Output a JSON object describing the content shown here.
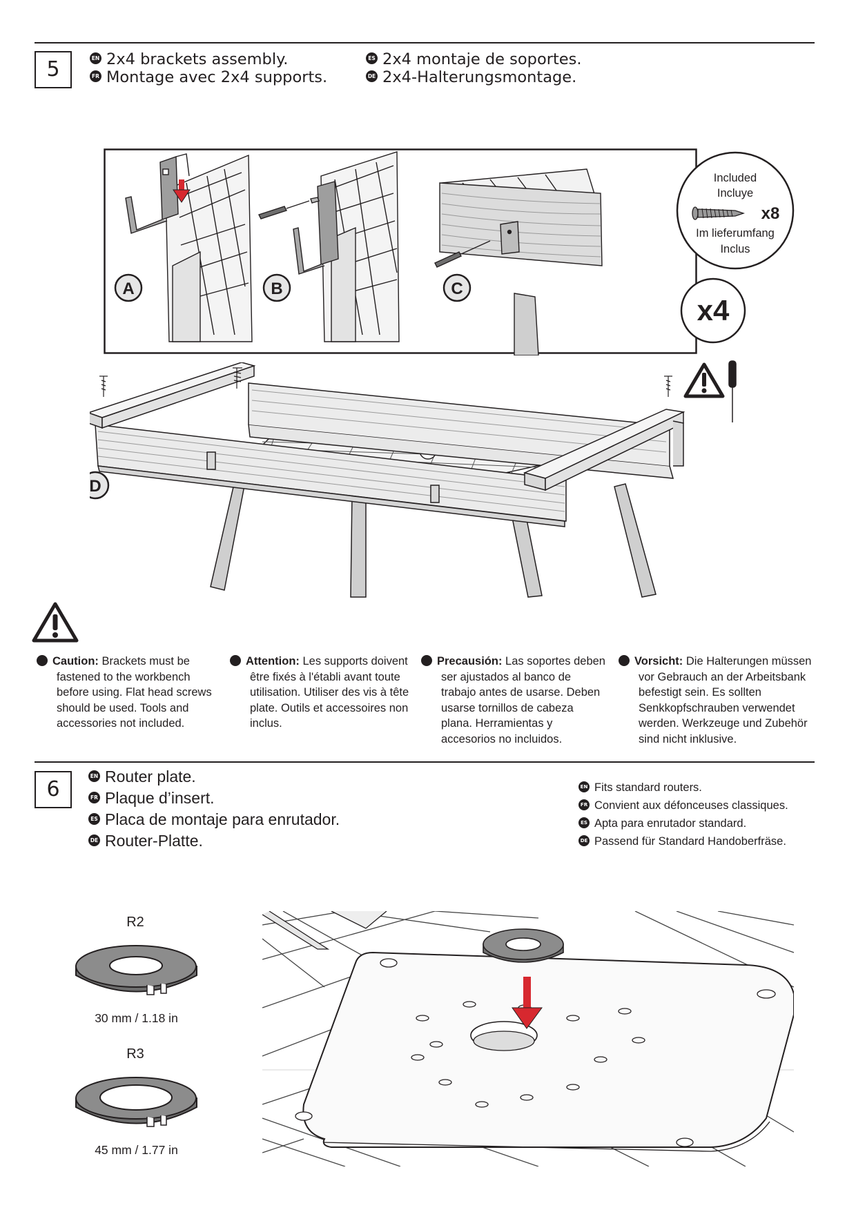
{
  "step5": {
    "number": "5",
    "title": {
      "en": {
        "badge": "EN",
        "text": "2x4 brackets assembly."
      },
      "fr": {
        "badge": "FR",
        "text": "Montage avec 2x4 supports."
      },
      "es": {
        "badge": "ES",
        "text": "2x4 montaje de soportes."
      },
      "de": {
        "badge": "DE",
        "text": "2x4-Halterungsmontage."
      }
    },
    "panel_labels": [
      "A",
      "B",
      "C",
      "D"
    ],
    "included": {
      "line1": "Included",
      "line2": "Incluye",
      "count": "x8",
      "line3": "Im lieferumfang",
      "line4": "Inclus"
    },
    "multiplier": "x4",
    "caution": {
      "en": {
        "badge": "EN",
        "label": "Caution:",
        "text": " Brackets must be fastened to the workbench before using. Flat head screws should be used. Tools and accessories not included."
      },
      "fr": {
        "badge": "FR",
        "label": "Attention:",
        "text": " Les supports doivent être fixés à l'établi avant toute utilisation. Utiliser des vis à tête plate. Outils et accessoires non inclus."
      },
      "es": {
        "badge": "ES",
        "label": "Precausión:",
        "text": " Las soportes deben ser ajustados al banco de trabajo antes de usarse. Deben usarse tornillos de cabeza plana. Herramientas y accesorios no incluidos."
      },
      "de": {
        "badge": "DE",
        "label": "Vorsicht:",
        "text": " Die Halterungen müssen vor Gebrauch an der Arbeitsbank befestigt sein.  Es sollten Senkkopfschrauben verwendet werden. Werkzeuge und Zubehör sind nicht inklusive."
      }
    }
  },
  "step6": {
    "number": "6",
    "title": {
      "en": {
        "badge": "EN",
        "text": "Router plate."
      },
      "fr": {
        "badge": "FR",
        "text": "Plaque d’insert."
      },
      "es": {
        "badge": "ES",
        "text": "Placa de montaje para enrutador."
      },
      "de": {
        "badge": "DE",
        "text": "Router-Platte."
      }
    },
    "fits": {
      "en": {
        "badge": "EN",
        "text": "Fits standard routers."
      },
      "fr": {
        "badge": "FR",
        "text": "Convient aux défonceuses classiques."
      },
      "es": {
        "badge": "ES",
        "text": "Apta para enrutador standard."
      },
      "de": {
        "badge": "DE",
        "text": "Passend für Standard Handoberfräse."
      }
    },
    "rings": [
      {
        "name": "R2",
        "size": "30 mm / 1.18 in"
      },
      {
        "name": "R3",
        "size": "45 mm / 1.77 in"
      }
    ]
  },
  "colors": {
    "ink": "#231f20",
    "arrow": "#d7282f",
    "ring_fill": "#8c8c8c"
  }
}
